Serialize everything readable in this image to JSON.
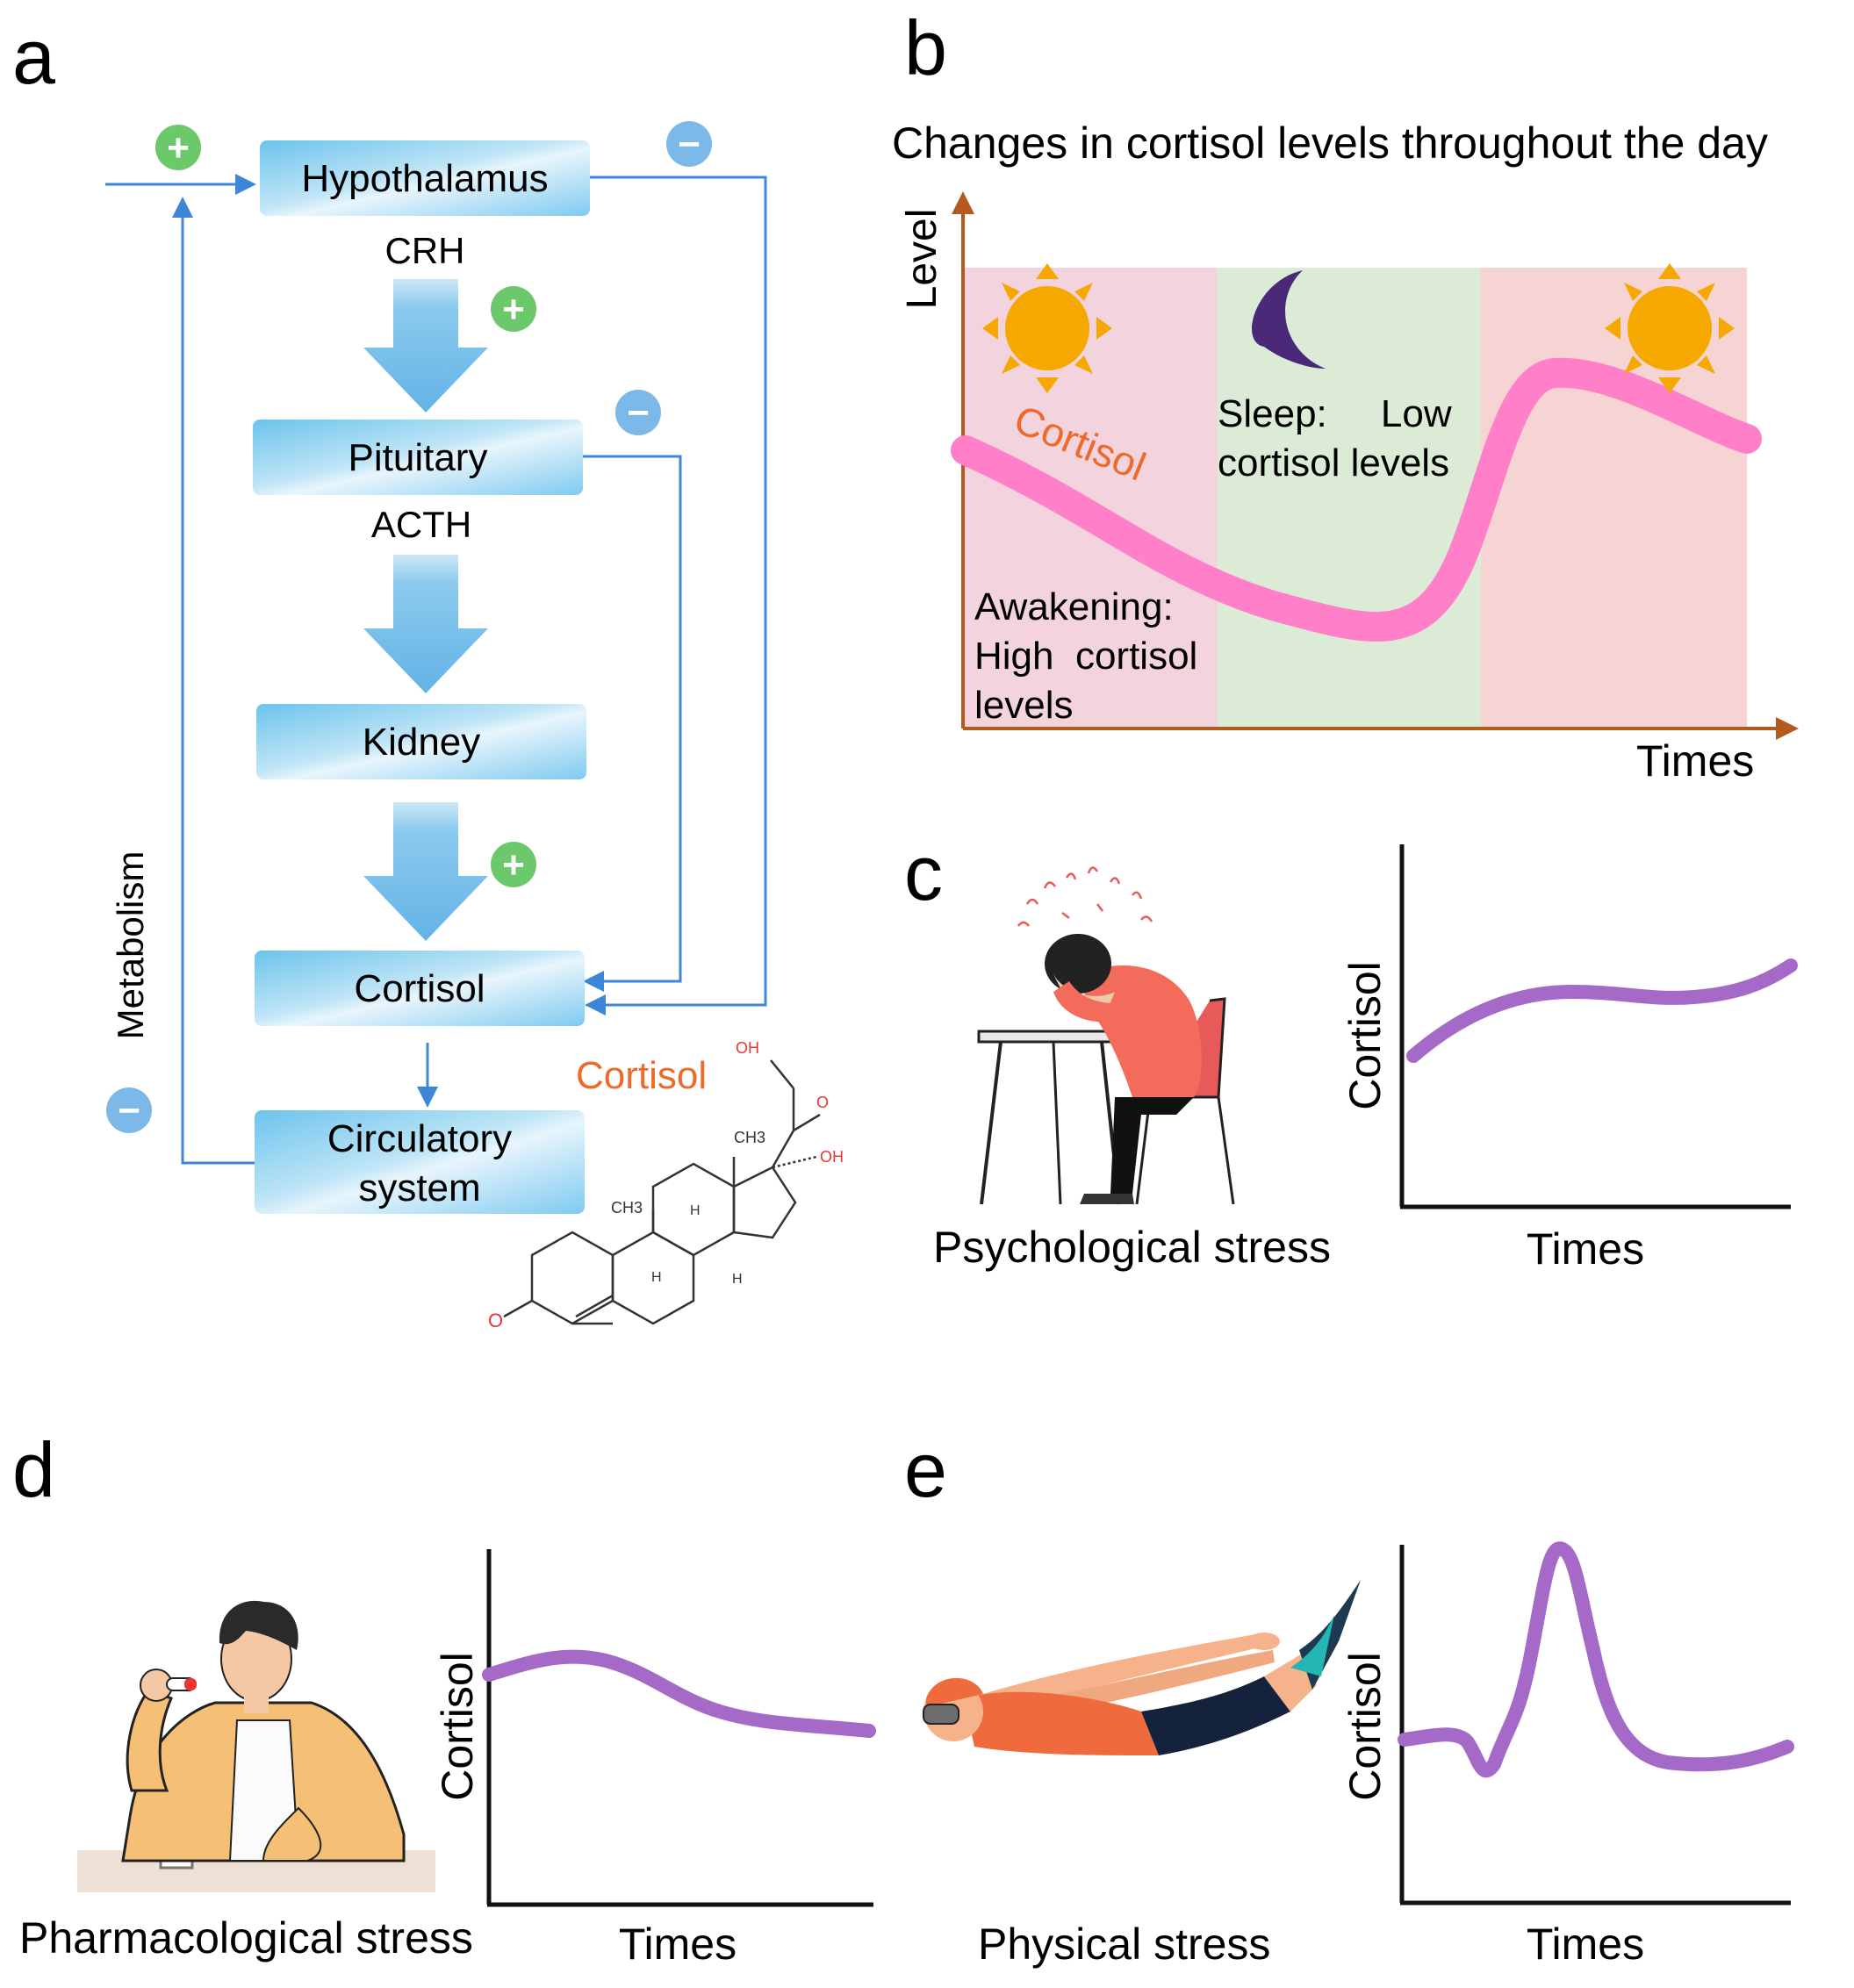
{
  "panel_letters": {
    "a": "a",
    "b": "b",
    "c": "c",
    "d": "d",
    "e": "e"
  },
  "panel_a": {
    "boxes": {
      "hypothalamus": "Hypothalamus",
      "pituitary": "Pituitary",
      "kidney": "Kidney",
      "cortisol": "Cortisol",
      "circulatory_line1": "Circulatory",
      "circulatory_line2": "system"
    },
    "hormones": {
      "crh": "CRH",
      "acth": "ACTH"
    },
    "metabolism": "Metabolism",
    "signs": {
      "plus": "+",
      "minus": "−"
    },
    "molecule": {
      "name": "Cortisol",
      "atoms": {
        "oh": "OH",
        "o": "O",
        "ch3": "CH3",
        "h": "H"
      }
    }
  },
  "panel_b": {
    "title": "Changes in cortisol levels throughout the day",
    "y_label": "Level",
    "x_label": "Times",
    "curve_label": "Cortisol",
    "awakening": {
      "line1": "Awakening:",
      "line2": "High  cortisol",
      "line3": "levels"
    },
    "sleep": {
      "line1": "Sleep:     Low",
      "line2": "cortisol levels"
    }
  },
  "panel_c": {
    "caption": "Psychological stress",
    "y_label": "Cortisol",
    "x_label": "Times"
  },
  "panel_d": {
    "caption": "Pharmacological stress",
    "y_label": "Cortisol",
    "x_label": "Times"
  },
  "panel_e": {
    "caption": "Physical stress",
    "y_label": "Cortisol",
    "x_label": "Times"
  },
  "colors": {
    "box_fill": "#8fd0ee",
    "flow_arrow": "#4a90d9",
    "plus": "#6bc96b",
    "minus": "#7db9e8",
    "cortisol_curve": "#ff7fc8",
    "cortisol_label": "#ee6a2a",
    "stress_curve": "#a56ac8",
    "band_day": "#f3d4de",
    "band_night": "#dcebd6",
    "band_morning": "#f6d4d3",
    "sun": "#f7a800",
    "moon": "#4a2a78",
    "axis": "#b35a1f"
  }
}
